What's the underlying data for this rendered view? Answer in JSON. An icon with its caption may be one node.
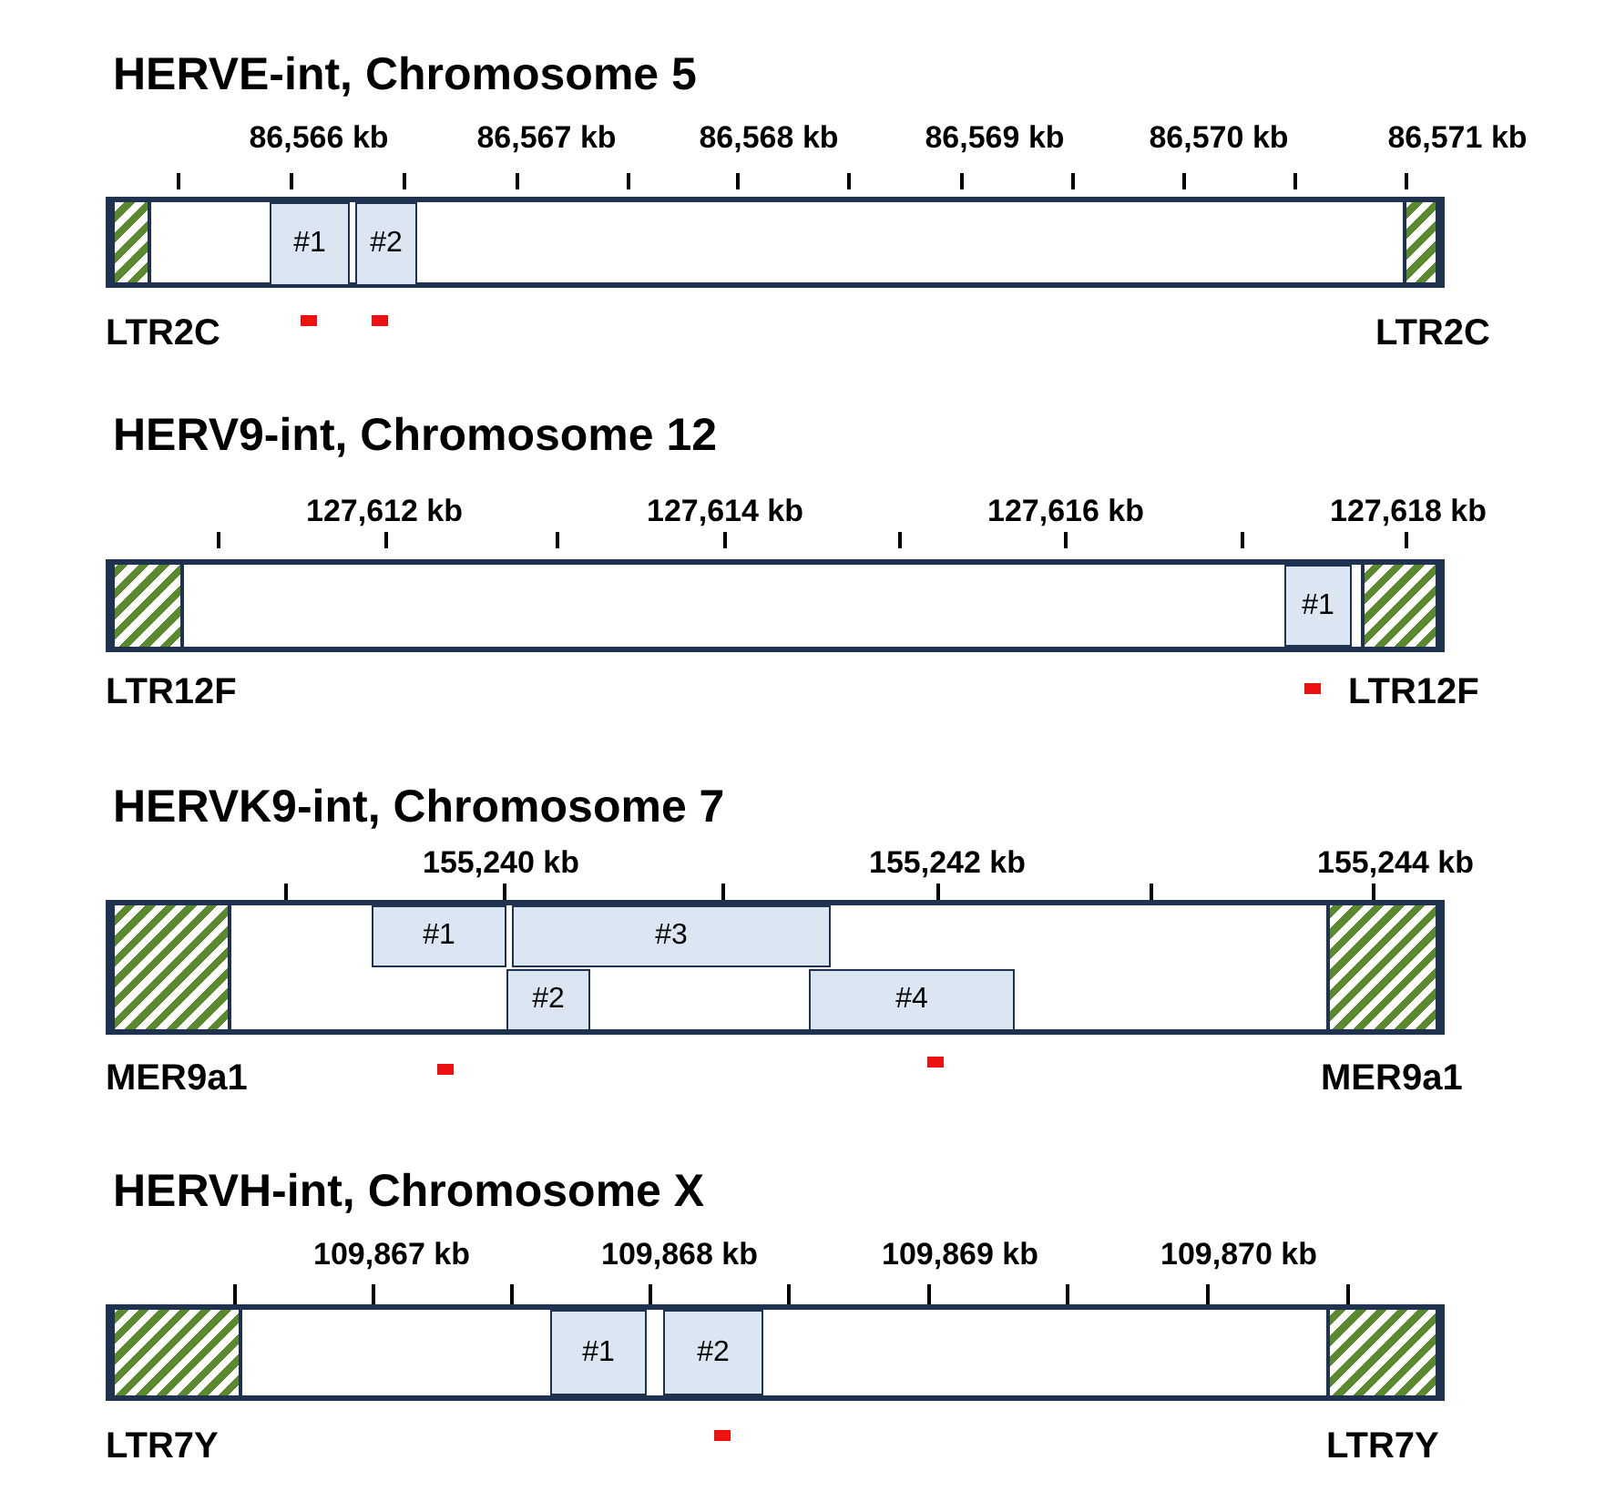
{
  "diagram": {
    "nodes": [
      {
        "text": [],
        "shape": "bar"
      },
      {
        "text": [],
        "shape": "box",
        "in": 0,
        "beside": [
          "LTR2C"
        ]
      },
      {
        "text": [
          "#1"
        ],
        "in": 0
      },
      {
        "text": [
          "#2"
        ],
        "in": 0
      },
      {
        "text": [],
        "shape": "box",
        "in": 0,
        "beside": [
          "LTR2C"
        ]
      },
      {
        "text": [],
        "shape": "bar"
      },
      {
        "text": [],
        "shape": "box",
        "in": 5,
        "beside": [
          "LTR12F"
        ]
      },
      {
        "text": [
          "#1"
        ],
        "in": 5
      },
      {
        "text": [],
        "shape": "box",
        "in": 5,
        "beside": [
          "LTR12F"
        ]
      },
      {
        "text": [],
        "shape": "bar"
      },
      {
        "text": [],
        "shape": "box",
        "in": 9,
        "beside": [
          "MER9a1"
        ]
      },
      {
        "text": [
          "#1"
        ],
        "in": 9
      },
      {
        "text": [
          "#3"
        ],
        "in": 9
      },
      {
        "text": [
          "#2"
        ],
        "in": 9
      },
      {
        "text": [
          "#4"
        ],
        "in": 9
      },
      {
        "text": [],
        "shape": "box",
        "in": 9,
        "beside": [
          "MER9a1"
        ]
      },
      {
        "text": [],
        "shape": "bar"
      },
      {
        "text": [],
        "shape": "box",
        "in": 16,
        "beside": [
          "LTR7Y"
        ]
      },
      {
        "text": [
          "#1"
        ],
        "in": 16
      },
      {
        "text": [
          "#2"
        ],
        "in": 16
      },
      {
        "text": [],
        "shape": "box",
        "in": 16,
        "beside": [
          "LTR7Y"
        ]
      }
    ],
    "labels": [
      "HERVE-int, Chromosome 5",
      "86,566 kb",
      "86,567 kb",
      "86,568 kb",
      "86,569 kb",
      "86,570 kb",
      "86,571 kb",
      "HERV9-int, Chromosome 12",
      "127,612 kb",
      "127,614 kb",
      "127,616 kb",
      "127,618 kb",
      "HERVK9-int, Chromosome 7",
      "155,240 kb",
      "155,242 kb",
      "155,244 kb",
      "HERVH-int, Chromosome X",
      "109,867 kb",
      "109,868 kb",
      "109,869 kb",
      "109,870 kb"
    ]
  }
}
